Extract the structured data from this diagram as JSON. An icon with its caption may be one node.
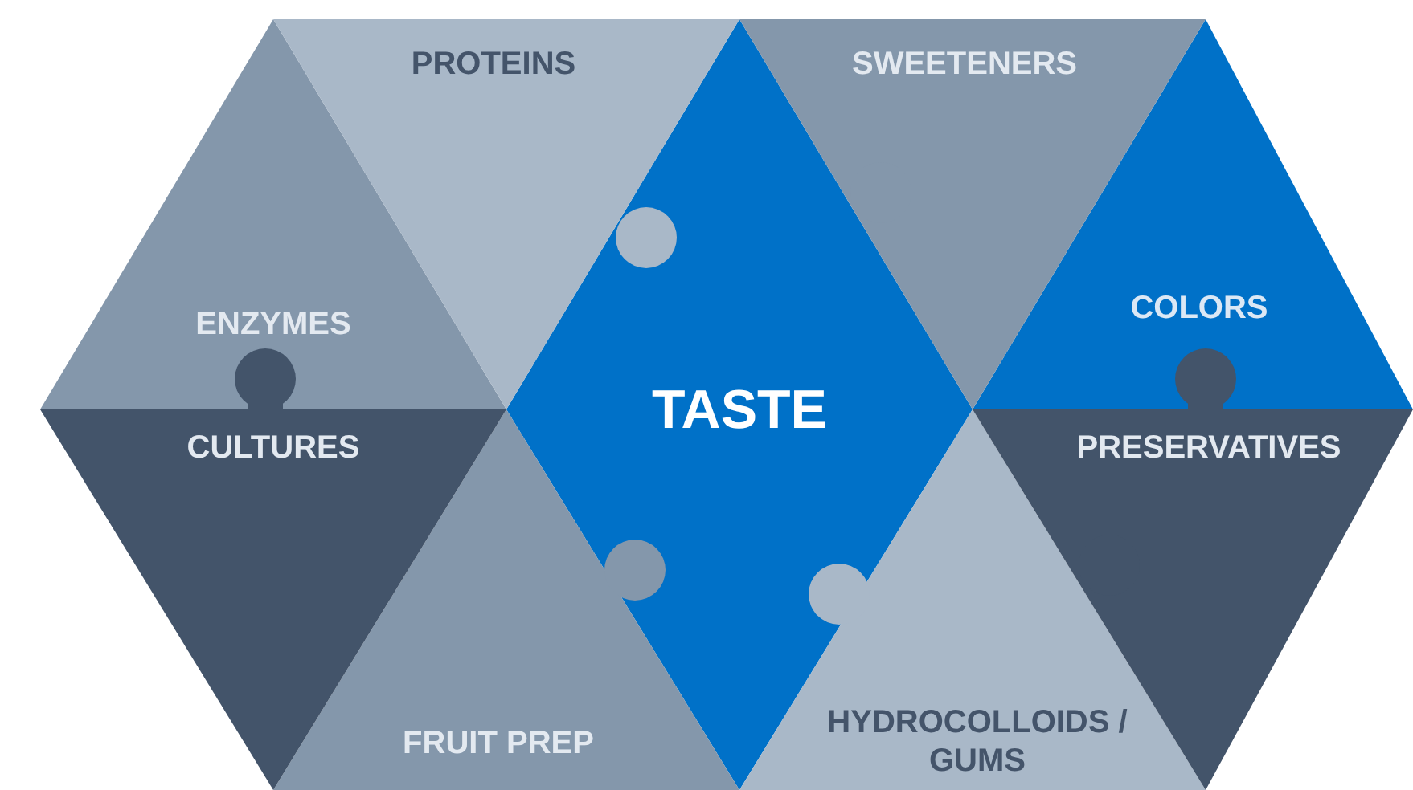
{
  "diagram": {
    "nodes": [
      {
        "text": [
          "PROTEINS"
        ]
      },
      {
        "text": [
          "SWEETENERS"
        ]
      },
      {
        "text": [
          "ENZYMES"
        ]
      },
      {
        "text": [
          "COLORS"
        ]
      },
      {
        "text": [
          "TASTE"
        ]
      },
      {
        "text": [
          "CULTURES"
        ]
      },
      {
        "text": [
          "PRESERVATIVES"
        ]
      },
      {
        "text": [
          "FRUIT PREP"
        ]
      },
      {
        "text": [
          "HYDROCOLLOIDS / GUMS"
        ]
      }
    ]
  }
}
